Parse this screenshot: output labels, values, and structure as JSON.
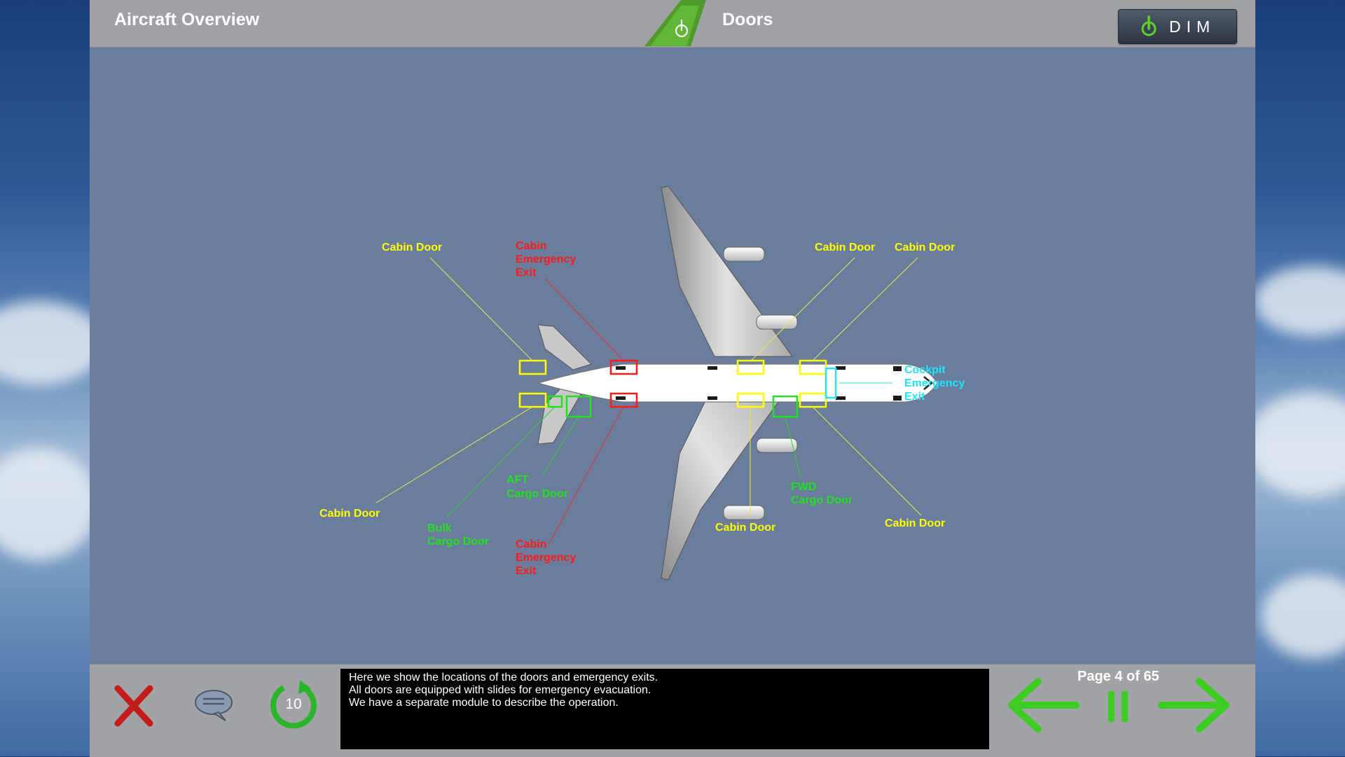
{
  "header": {
    "app_title": "Aircraft Overview",
    "page_title": "Doors",
    "dim_button_label": "DIM"
  },
  "diagram": {
    "labels": {
      "cabin_door_top_left": "Cabin Door",
      "cabin_door_top_right_1": "Cabin Door",
      "cabin_door_top_right_2": "Cabin Door",
      "cabin_door_bottom_left": "Cabin Door",
      "cabin_door_bottom_mid": "Cabin Door",
      "cabin_door_bottom_right": "Cabin Door",
      "emergency_exit_top": [
        "Cabin",
        "Emergency",
        "Exit"
      ],
      "emergency_exit_bottom": [
        "Cabin",
        "Emergency",
        "Exit"
      ],
      "cockpit_exit": [
        "Cockpit",
        "Emergency",
        "Exit"
      ],
      "aft_cargo": [
        "AFT",
        "Cargo Door"
      ],
      "bulk_cargo": [
        "Bulk",
        "Cargo Door"
      ],
      "fwd_cargo": [
        "FWD",
        "Cargo Door"
      ]
    },
    "colors": {
      "cabin_door": "#ffff00",
      "emergency_exit": "#ff1a1a",
      "cargo_door": "#22e022",
      "cockpit_exit": "#1ee6ff"
    }
  },
  "footer": {
    "replay_seconds": "10",
    "caption_lines": [
      "Here we show the locations of the doors and emergency exits.",
      "All doors are equipped with slides for emergency evacuation.",
      "We have a separate module to describe the operation."
    ],
    "page_indicator": "Page 4 of 65"
  }
}
